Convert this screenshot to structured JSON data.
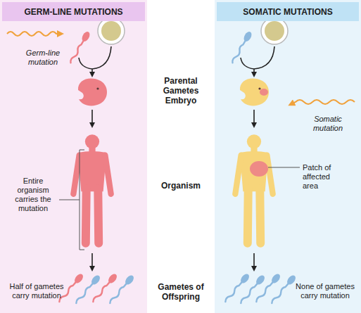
{
  "diagram": {
    "nodes": [
      {
        "text": [
          "GERM-LINE MUTATIONS"
        ]
      },
      {
        "text": [
          "SOMATIC MUTATIONS"
        ]
      }
    ],
    "labels": [
      "Germ-line mutation",
      "Parental Gametes",
      "Embryo",
      "Somatic mutation",
      "Entire organism carries the mutation",
      "Organism",
      "Patch of affected area",
      "Half of gametes carry mutation",
      "Gametes of Offspring",
      "None of gametes carry mutation"
    ]
  }
}
